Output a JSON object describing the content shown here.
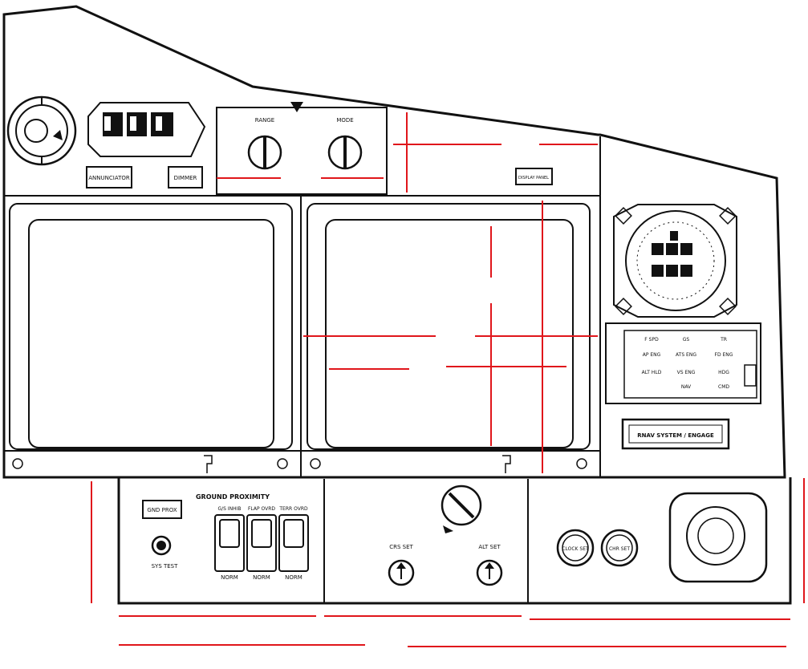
{
  "ground_proximity": {
    "title": "GROUND PROXIMITY",
    "button_1": "GND PROX",
    "button_2": "G/S INHIB",
    "button_3": "FLAP OVRD",
    "button_4": "TERR OVRD",
    "switch_1_state": "NORM",
    "switch_2_state": "NORM",
    "switch_3_state": "NORM",
    "test_label": "SYS TEST"
  },
  "center_upper": {
    "range_knob_label": "RANGE",
    "mode_knob_label": "MODE",
    "advisory_button": "DISPLAY PANEL"
  },
  "center_lower": {
    "knob_1_label": "CRS SET",
    "knob_2_label": "ALT SET"
  },
  "right_lower": {
    "button_1": "CLOCK SET",
    "button_2": "CHR SET"
  },
  "right_panel": {
    "status_rows": [
      [
        "F SPD",
        "GS",
        "TR"
      ],
      [
        "AP ENG",
        "ATS ENG",
        "FD ENG"
      ],
      [
        "ALT HLD",
        "VS ENG",
        "HDG"
      ],
      [
        "",
        "NAV",
        "CMD"
      ]
    ],
    "placard": "RNAV SYSTEM / ENGAGE"
  },
  "left_upper": {
    "button_1": "ANNUNCIATOR",
    "button_2": "DIMMER"
  }
}
